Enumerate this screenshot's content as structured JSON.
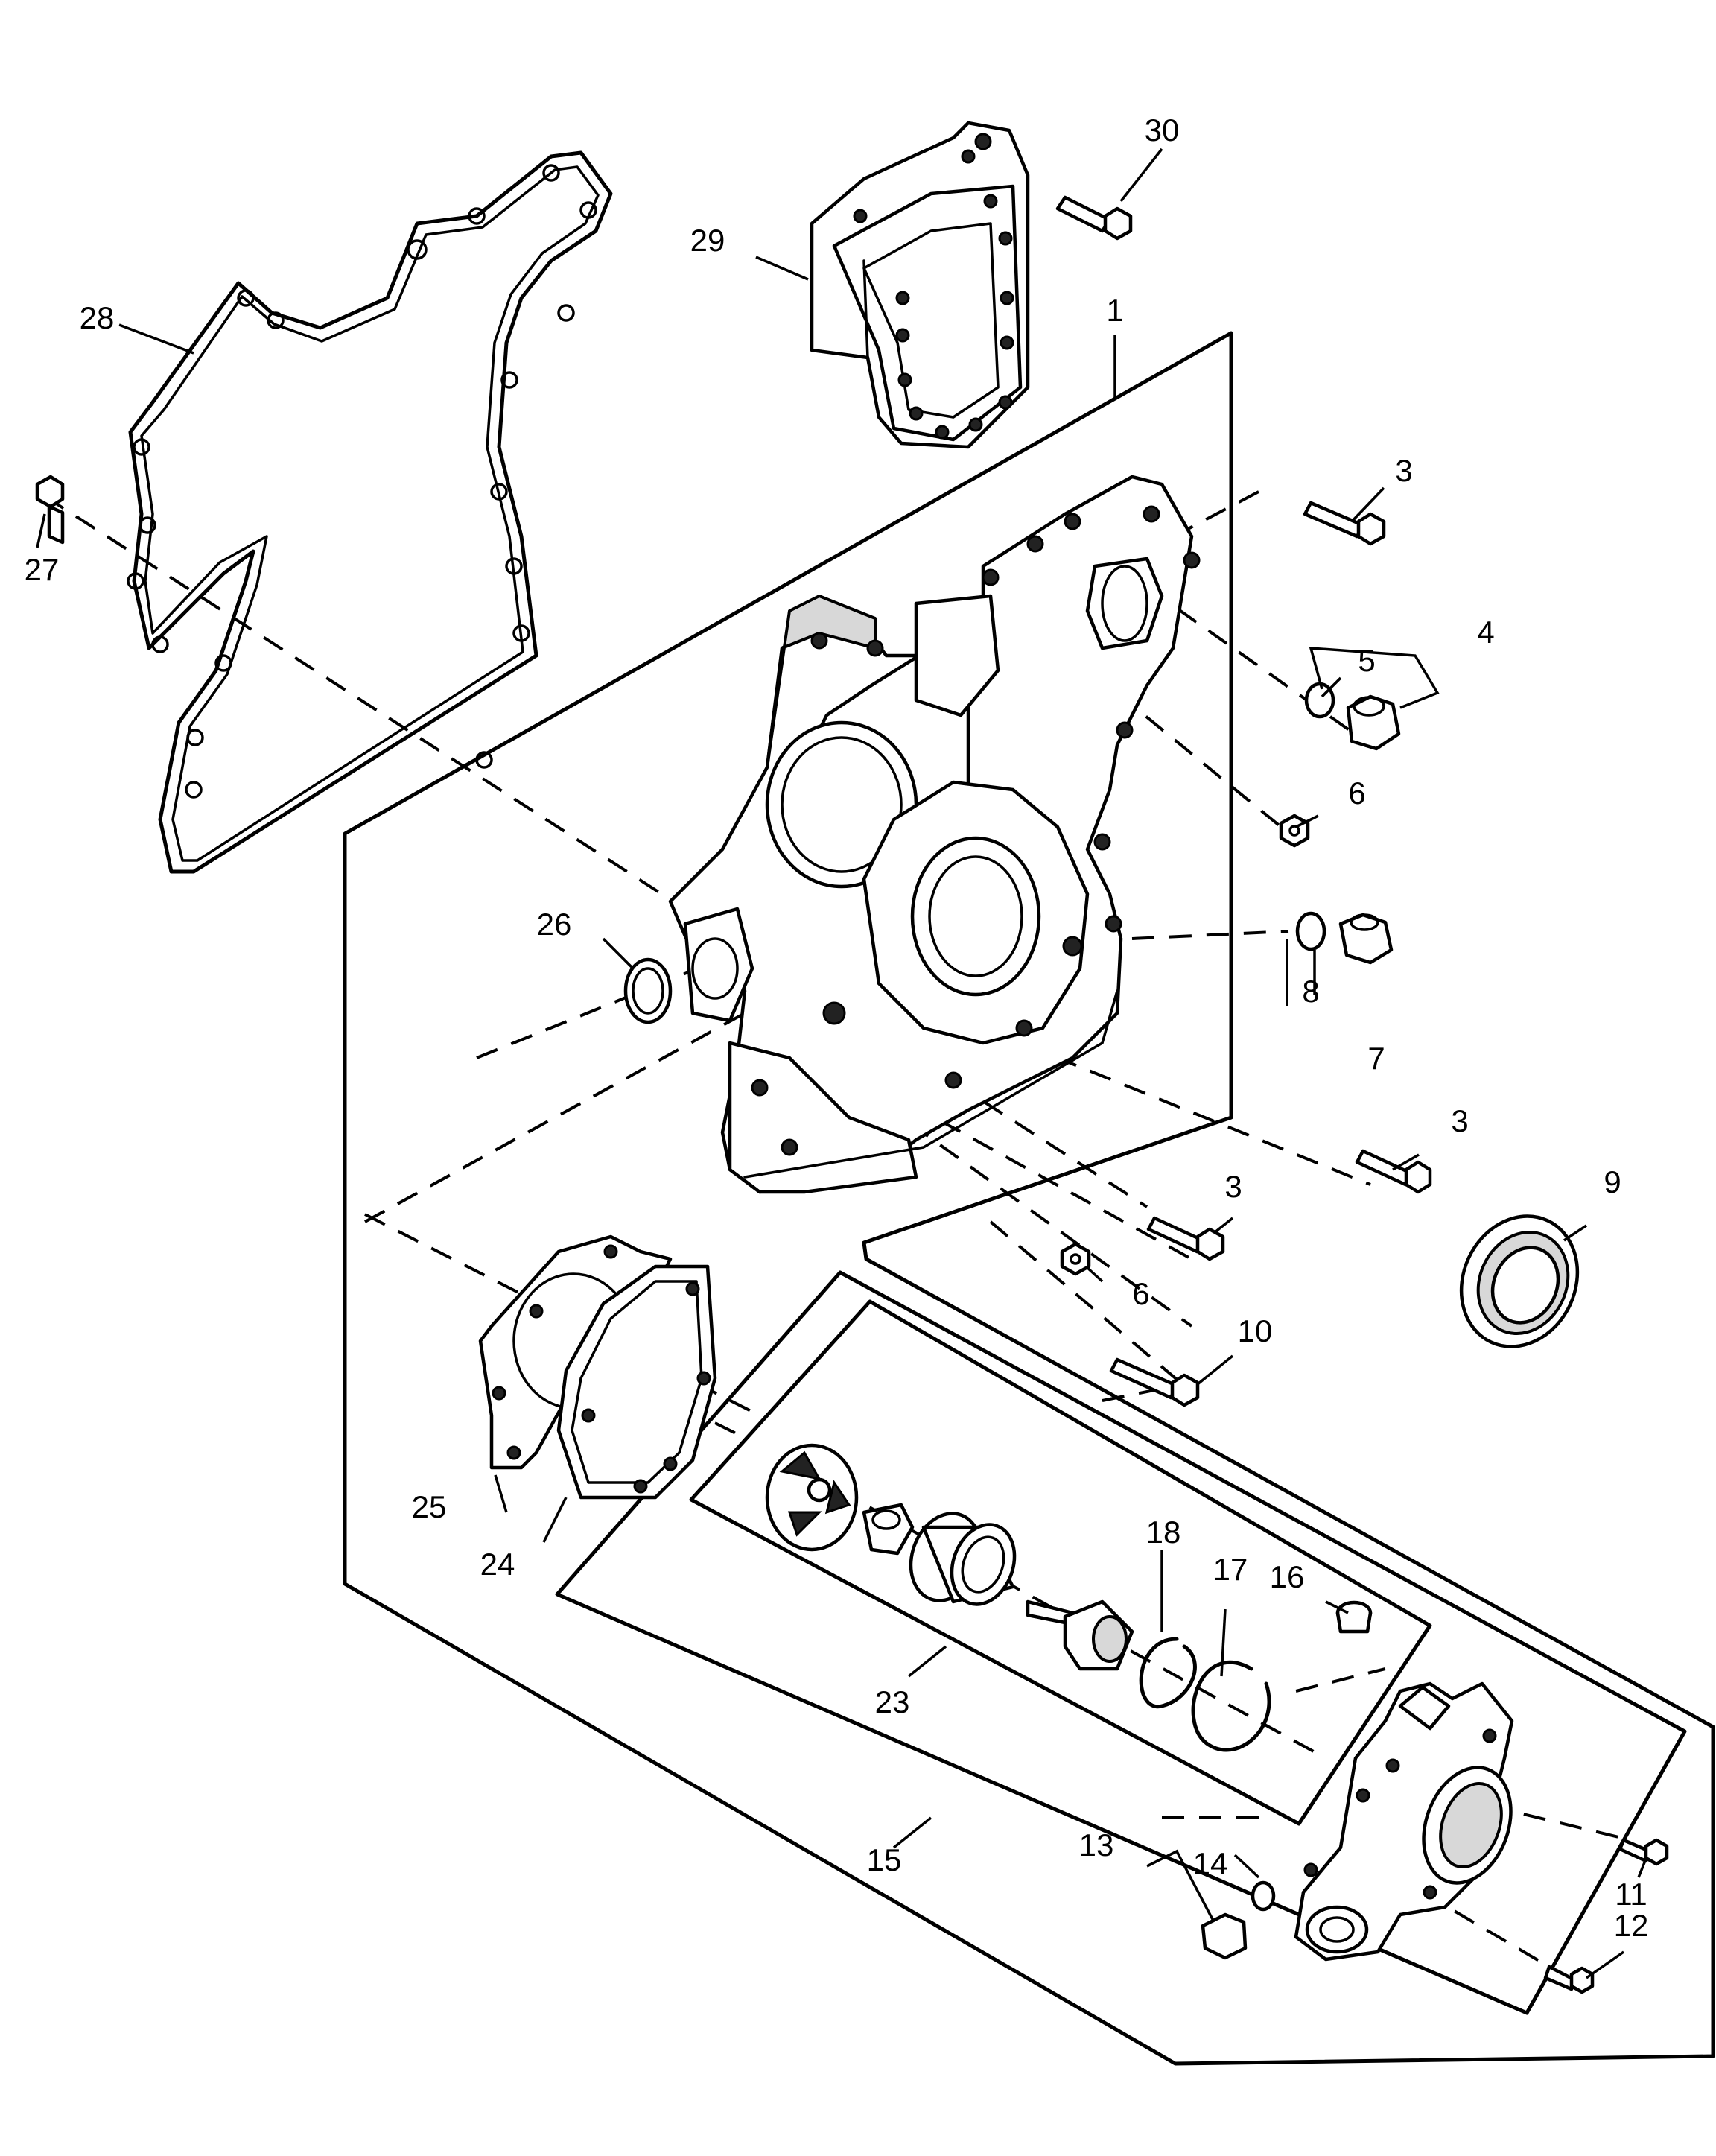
{
  "callouts": [
    {
      "id": "c1",
      "label": "1"
    },
    {
      "id": "c3a",
      "label": "3"
    },
    {
      "id": "c3b",
      "label": "3"
    },
    {
      "id": "c3c",
      "label": "3"
    },
    {
      "id": "c4",
      "label": "4"
    },
    {
      "id": "c5",
      "label": "5"
    },
    {
      "id": "c6a",
      "label": "6"
    },
    {
      "id": "c6b",
      "label": "6"
    },
    {
      "id": "c7",
      "label": "7"
    },
    {
      "id": "c8",
      "label": "8"
    },
    {
      "id": "c9",
      "label": "9"
    },
    {
      "id": "c10",
      "label": "10"
    },
    {
      "id": "c11",
      "label": "11"
    },
    {
      "id": "c12",
      "label": "12"
    },
    {
      "id": "c13",
      "label": "13"
    },
    {
      "id": "c14",
      "label": "14"
    },
    {
      "id": "c15",
      "label": "15"
    },
    {
      "id": "c16",
      "label": "16"
    },
    {
      "id": "c17",
      "label": "17"
    },
    {
      "id": "c18",
      "label": "18"
    },
    {
      "id": "c23",
      "label": "23"
    },
    {
      "id": "c24",
      "label": "24"
    },
    {
      "id": "c25",
      "label": "25"
    },
    {
      "id": "c26",
      "label": "26"
    },
    {
      "id": "c27",
      "label": "27"
    },
    {
      "id": "c28",
      "label": "28"
    },
    {
      "id": "c29",
      "label": "29"
    },
    {
      "id": "c30",
      "label": "30"
    }
  ]
}
